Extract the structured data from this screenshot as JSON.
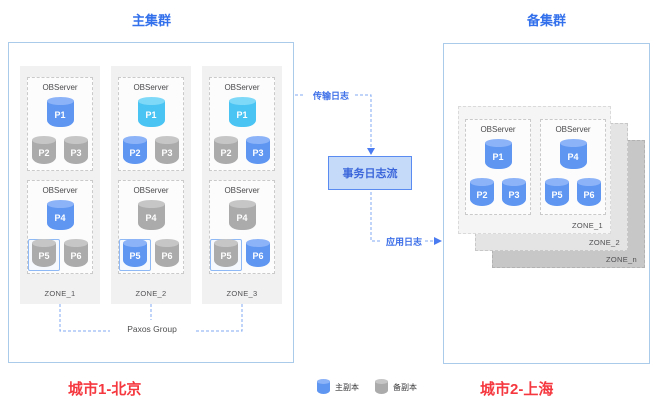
{
  "titles": {
    "primary": "主集群",
    "standby": "备集群"
  },
  "cities": {
    "primary": "城市1-北京",
    "standby": "城市2-上海"
  },
  "flow": {
    "transfer_label": "传输日志",
    "stream_box": "事务日志流",
    "apply_label": "应用日志"
  },
  "paxos_label": "Paxos Group",
  "legend": [
    {
      "name": "primary-replica",
      "label": "主副本",
      "variant": "blue"
    },
    {
      "name": "standby-replica",
      "label": "备副本",
      "variant": "gray"
    }
  ],
  "primary_cluster": {
    "zones": [
      {
        "label": "ZONE_1",
        "servers": [
          {
            "title": "OBServer",
            "top": {
              "label": "P1",
              "variant": "blue"
            },
            "bottom": [
              {
                "label": "P2",
                "variant": "gray"
              },
              {
                "label": "P3",
                "variant": "gray"
              }
            ]
          },
          {
            "title": "OBServer",
            "top": {
              "label": "P4",
              "variant": "blue"
            },
            "bottom": [
              {
                "label": "P5",
                "variant": "gray",
                "highlight": true
              },
              {
                "label": "P6",
                "variant": "gray"
              }
            ]
          }
        ]
      },
      {
        "label": "ZONE_2",
        "servers": [
          {
            "title": "OBServer",
            "top": {
              "label": "P1",
              "variant": "cyan"
            },
            "bottom": [
              {
                "label": "P2",
                "variant": "blue"
              },
              {
                "label": "P3",
                "variant": "gray"
              }
            ]
          },
          {
            "title": "OBServer",
            "top": {
              "label": "P4",
              "variant": "gray"
            },
            "bottom": [
              {
                "label": "P5",
                "variant": "blue",
                "highlight": true
              },
              {
                "label": "P6",
                "variant": "gray"
              }
            ]
          }
        ]
      },
      {
        "label": "ZONE_3",
        "servers": [
          {
            "title": "OBServer",
            "top": {
              "label": "P1",
              "variant": "cyan"
            },
            "bottom": [
              {
                "label": "P2",
                "variant": "gray"
              },
              {
                "label": "P3",
                "variant": "blue"
              }
            ]
          },
          {
            "title": "OBServer",
            "top": {
              "label": "P4",
              "variant": "gray"
            },
            "bottom": [
              {
                "label": "P5",
                "variant": "gray",
                "highlight": true
              },
              {
                "label": "P6",
                "variant": "blue"
              }
            ]
          }
        ]
      }
    ]
  },
  "standby_cluster": {
    "front_zone": {
      "label": "ZONE_1",
      "servers": [
        {
          "title": "OBServer",
          "top": {
            "label": "P1",
            "variant": "blue"
          },
          "bottom": [
            {
              "label": "P2",
              "variant": "blue"
            },
            {
              "label": "P3",
              "variant": "blue"
            }
          ]
        },
        {
          "title": "OBServer",
          "top": {
            "label": "P4",
            "variant": "blue"
          },
          "bottom": [
            {
              "label": "P5",
              "variant": "blue"
            },
            {
              "label": "P6",
              "variant": "blue"
            }
          ]
        }
      ]
    },
    "back_zones": [
      {
        "label": "ZONE_2"
      },
      {
        "label": "ZONE_n"
      }
    ]
  },
  "colors": {
    "accent": "#3370EB",
    "red": "#F5383F",
    "flow-line": "#6D9BF2",
    "flow-text": "#3D6FE8",
    "box-border": "#AACBE9",
    "blue-body": "#5E96F2",
    "blue-top": "#8CB3F7",
    "cyan-body": "#4AC4F3",
    "cyan-top": "#7ED8F7",
    "gray-body": "#ABABAC",
    "gray-top": "#C6C6C7",
    "stream-fill": "#C5DAF8",
    "stream-border": "#5A8BF0",
    "stream-text": "#3B66DB"
  }
}
